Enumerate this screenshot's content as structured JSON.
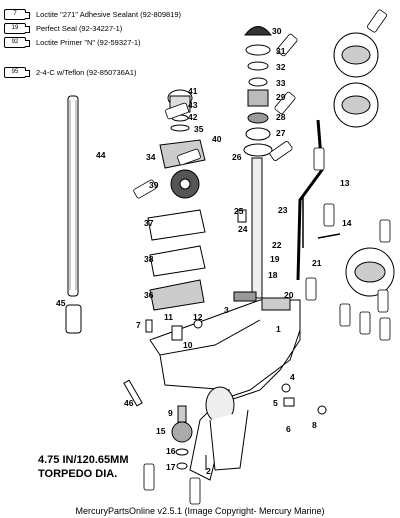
{
  "legend": [
    {
      "code": "7",
      "text": "Loctite \"271\" Adhesive Sealant (92-809819)"
    },
    {
      "code": "19",
      "text": "Perfect Seal (92-34227-1)"
    },
    {
      "code": "92",
      "text": "Loctite Primer \"N\" (92-59327-1)"
    },
    {
      "code": "95",
      "text": "2-4-C w/Teflon (92-850736A1)"
    }
  ],
  "part_numbers": [
    "1",
    "2",
    "3",
    "4",
    "5",
    "6",
    "7",
    "8",
    "9",
    "10",
    "11",
    "12",
    "13",
    "14",
    "15",
    "16",
    "17",
    "18",
    "19",
    "20",
    "21",
    "22",
    "23",
    "24",
    "25",
    "26",
    "27",
    "28",
    "29",
    "30",
    "31",
    "32",
    "33",
    "34",
    "35",
    "36",
    "37",
    "38",
    "39",
    "40",
    "41",
    "42",
    "43",
    "44",
    "45",
    "46"
  ],
  "caption": {
    "line1": "4.75 IN/120.65MM",
    "line2": "TORPEDO DIA."
  },
  "footer": "MercuryPartsOnline v2.5.1 (Image Copyright- Mercury Marine)"
}
